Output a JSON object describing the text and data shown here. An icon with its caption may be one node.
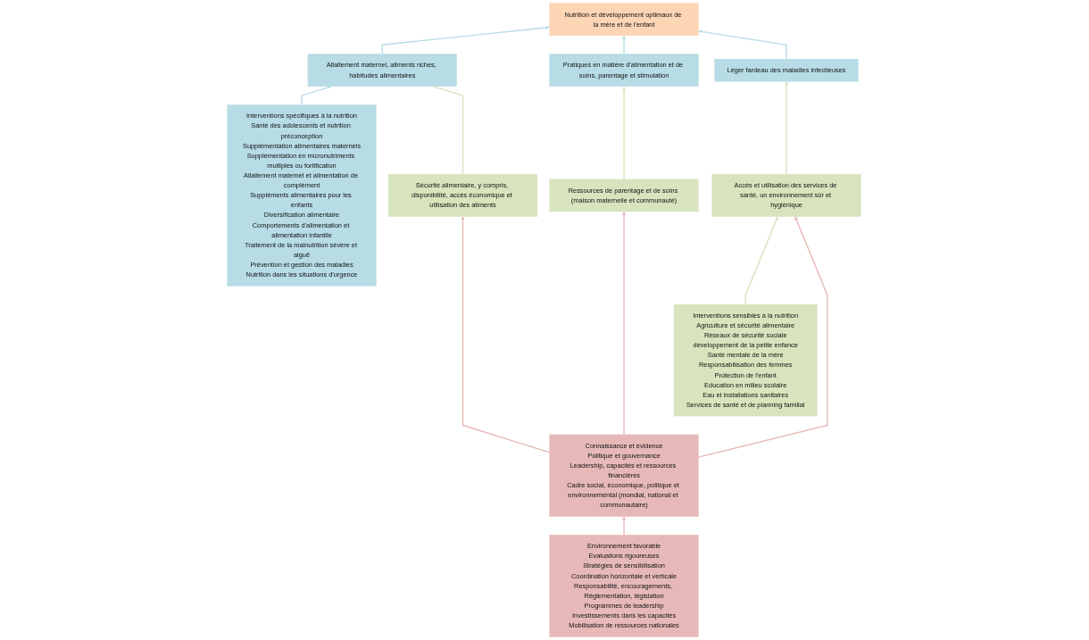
{
  "diagram": {
    "nodes": [
      {
        "text": [
          "Nutrition et développement optimaux de la mère et de l'enfant"
        ]
      },
      {
        "text": [
          "Interventions spécifiques à la nutrition",
          "Santé des adolescents et nutrition préconception",
          "Supplémentation alimentaires maternels",
          "Supplémentation en micronutriments multiples ou fortification",
          "Allaitement maternel et alimentation de complément",
          "Suppléments alimentaires pour les enfants",
          "Diversification alimentaire",
          "Comportements d'alimentation et alimentation infantile",
          "Traitement de la malnutrition sévère et aiguë",
          "Prévention et gestion des maladies",
          "Nutrition dans les situations d'urgence"
        ]
      },
      {
        "text": [
          "Allaitement maternel, aliments riches, habitudes alimentaires"
        ]
      },
      {
        "text": [
          "Pratiques en matière d'alimentation et de soins, parentage et stimulation"
        ]
      },
      {
        "text": [
          "Léger fardeau des maladies infectieuses"
        ]
      },
      {
        "text": [
          "Interventions sensibles à la nutrition",
          "Agriculture et sécurité alimentaire",
          "Réseaux de sécurité sociale",
          "développement de la petite enfance",
          "Santé mentale de la mère",
          "Responsabilisation des femmes",
          "Protection de l'enfant",
          "Education en milieu scolaire",
          "Eau et installations sanitaires",
          "Services de santé et de planning familial"
        ]
      },
      {
        "text": [
          "Sécurité alimentaire, y compris, disponibilité, accès économique et utilisation des aliments"
        ]
      },
      {
        "text": [
          "Ressources de parentage et de soins (maison maternelle et communauté)"
        ]
      },
      {
        "text": [
          "Accès et utilisation des services de santé, un environnement sûr et hygiénique"
        ]
      },
      {
        "text": [
          "Connaissance et évidence",
          "Politique et gouvernance",
          "Leadership, capacités et ressources financières",
          "Cadre social, économique, politique et environnemental (mondial, national et communautaire)"
        ]
      },
      {
        "text": [
          "Environnement favorable",
          "Evaluations rigoureuses",
          "Stratégies de sensibilisation",
          "Coordination horizontale et verticale",
          "Responsabilité, encouragements, Réglementation, législation",
          "Programmes de leadership",
          "Investissements dans les capacités",
          "Mobilisation de ressources nationales"
        ]
      }
    ],
    "edges": [
      {
        "from": 1,
        "to": 2,
        "arrow": "to",
        "color": "#b7dce6"
      },
      {
        "from": 2,
        "to": 0,
        "arrow": "to",
        "color": "#b7dce6"
      },
      {
        "from": 3,
        "to": 0,
        "arrow": "to",
        "color": "#b7dce6"
      },
      {
        "from": 4,
        "to": 0,
        "arrow": "to",
        "color": "#b7dce6"
      },
      {
        "from": 6,
        "to": 2,
        "arrow": "to",
        "color": "#d7e4bd"
      },
      {
        "from": 7,
        "to": 3,
        "arrow": "to",
        "color": "#d7e4bd"
      },
      {
        "from": 8,
        "to": 4,
        "arrow": "to",
        "color": "#d7e4bd"
      },
      {
        "from": 5,
        "to": 8,
        "arrow": "to",
        "color": "#d7e4bd"
      },
      {
        "from": 9,
        "to": 6,
        "arrow": "to",
        "color": "#e6b9b8"
      },
      {
        "from": 9,
        "to": 7,
        "arrow": "to",
        "color": "#e6b9b8"
      },
      {
        "from": 9,
        "to": 8,
        "arrow": "to",
        "color": "#e6b9b8"
      },
      {
        "from": 10,
        "to": 9,
        "arrow": "to",
        "color": "#e6b9b8"
      }
    ]
  }
}
